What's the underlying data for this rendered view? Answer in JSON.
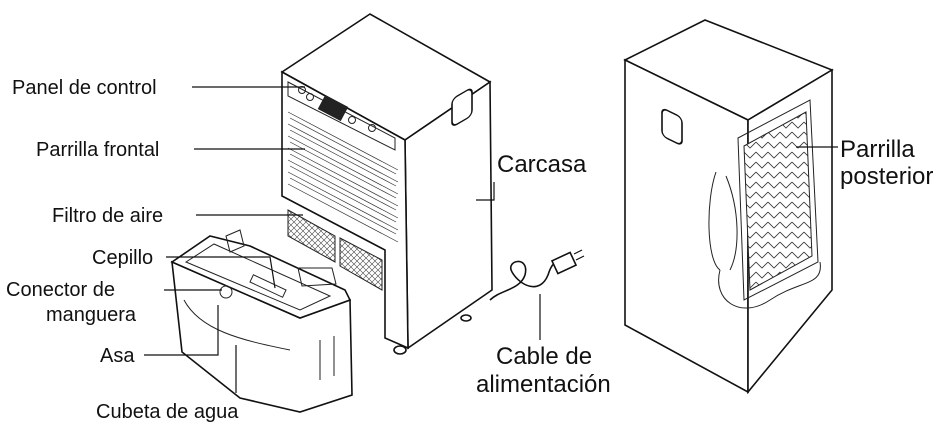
{
  "labels": {
    "panel_control": "Panel de control",
    "parrilla_frontal": "Parrilla frontal",
    "filtro_aire": "Filtro de aire",
    "cepillo": "Cepillo",
    "conector_1": "Conector de",
    "conector_2": "manguera",
    "asa": "Asa",
    "cubeta": "Cubeta de agua",
    "carcasa": "Carcasa",
    "cable_1": "Cable de",
    "cable_2": "alimentación",
    "parrilla_post_1": "Parrilla",
    "parrilla_post_2": "posterior"
  }
}
